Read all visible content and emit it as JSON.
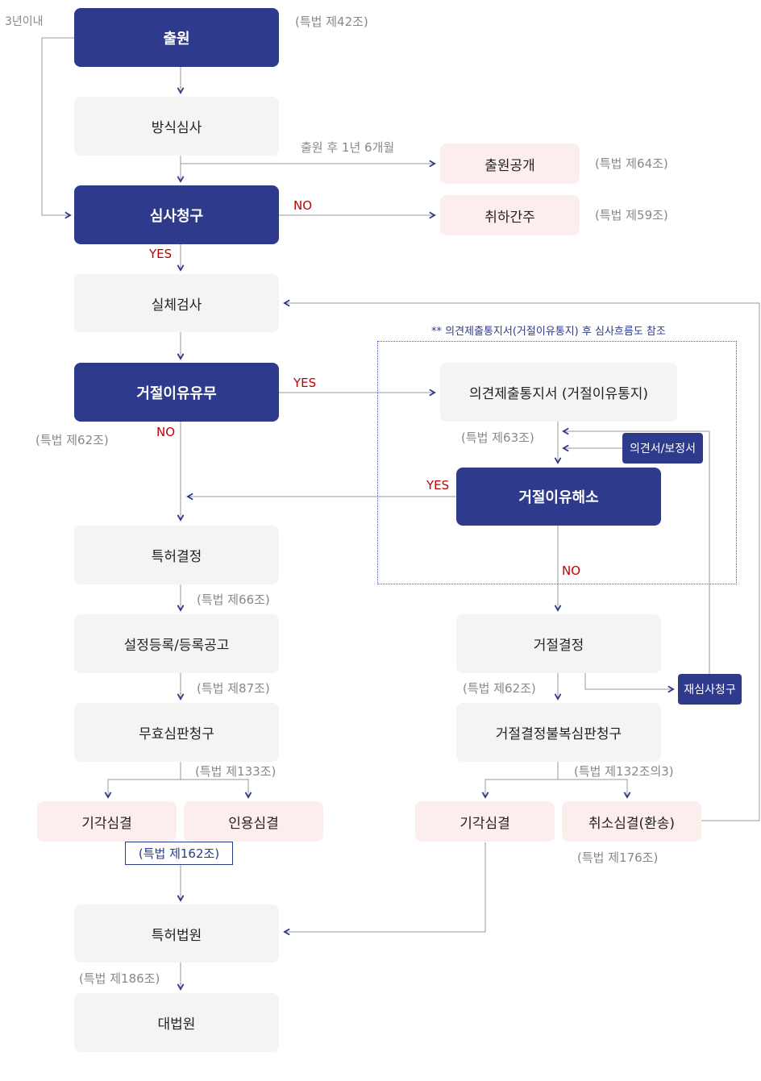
{
  "top_left_note": "3년이내",
  "boxes": {
    "filing": "출원",
    "formality": "방식심사",
    "publication": "출원공개",
    "exam_request": "심사청구",
    "withdrawn": "취하간주",
    "substantive": "실체검사",
    "rejection_reason": "거절이유유무",
    "opinion_notice": "의견제출통지서 (거절이유통지)",
    "opinion_amend": "의견서/보정서",
    "resolved": "거절이유해소",
    "grant": "특허결정",
    "reject_decision": "거절결정",
    "reexam": "재심사청구",
    "registration": "설정등록/등록공고",
    "invalidation": "무효심판청구",
    "reject_appeal": "거절결정불복심판청구",
    "dismiss_left": "기각심결",
    "accept": "인용심결",
    "dismiss_right": "기각심결",
    "cancel": "취소심결(환송)",
    "patent_court": "특허법원",
    "supreme_court": "대법원"
  },
  "refs": {
    "r42": "(특법 제42조)",
    "r64": "(특법 제64조)",
    "r59": "(특법 제59조)",
    "r62a": "(특법 제62조)",
    "r63": "(특법 제63조)",
    "r66": "(특법 제66조)",
    "r87": "(특법 제87조)",
    "r62b": "(특법 제62조)",
    "r133": "(특법 제133조)",
    "r132": "(특법 제132조의3)",
    "r162": "(특법 제162조)",
    "r176": "(특법 제176조)",
    "r186": "(특법 제186조)"
  },
  "labels": {
    "pub_time": "출원 후 1년 6개월",
    "no1": "NO",
    "yes1": "YES",
    "yes2": "YES",
    "no2": "NO",
    "yes3": "YES",
    "no3": "NO"
  },
  "note": "** 의견제출통지서(거절이유통지) 후 심사흐름도 참조",
  "colors": {
    "navy": "#2e3a8c",
    "gray_box": "#f4f4f4",
    "pink_box": "#fdeeee",
    "red": "#c00000"
  }
}
